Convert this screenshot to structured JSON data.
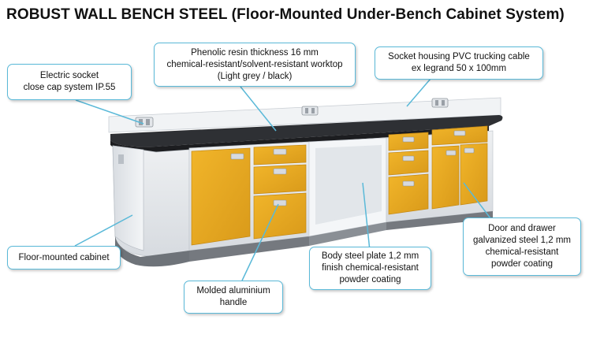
{
  "title": "ROBUST WALL BENCH STEEL (Floor-Mounted Under-Bench Cabinet System)",
  "colors": {
    "accent_line": "#5ab9d8",
    "cabinet_front": "#e8aa22",
    "worktop": "#2e3034",
    "cabinet_body": "#e9ebee"
  },
  "callouts": {
    "electric_socket": [
      "Electric socket",
      "close cap system IP.55"
    ],
    "phenolic_worktop": [
      "Phenolic resin thickness 16 mm",
      "chemical-resistant/solvent-resistant worktop",
      "(Light grey / black)"
    ],
    "socket_housing": [
      "Socket housing PVC trucking cable",
      "ex legrand 50  x 100mm"
    ],
    "floor_cabinet": [
      "Floor-mounted cabinet"
    ],
    "door_drawer": [
      "Door and drawer",
      "galvanized steel 1,2 mm",
      "chemical-resistant",
      "powder coating"
    ],
    "body_plate": [
      "Body steel plate 1,2 mm",
      "finish chemical-resistant",
      "powder coating"
    ],
    "handle": [
      "Molded aluminium",
      "handle"
    ]
  }
}
